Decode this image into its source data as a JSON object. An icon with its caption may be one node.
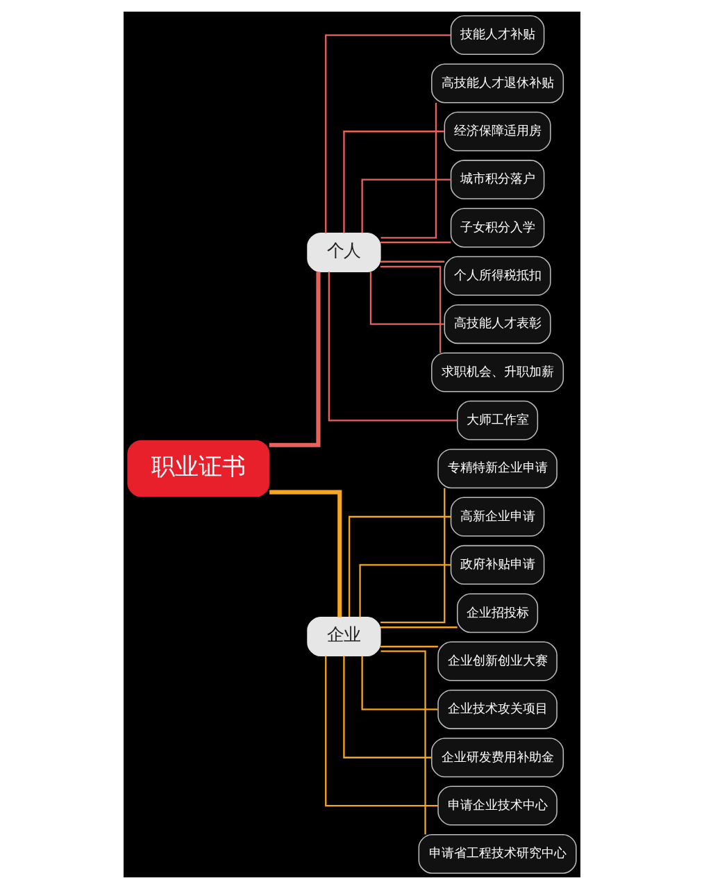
{
  "diagram": {
    "nodes": [
      {
        "text": [
          "职业证书"
        ]
      },
      {
        "text": [
          "个人"
        ]
      },
      {
        "text": [
          "技能人才补贴"
        ]
      },
      {
        "text": [
          "高技能人才退休补贴"
        ]
      },
      {
        "text": [
          "经济保障适用房"
        ]
      },
      {
        "text": [
          "城市积分落户"
        ]
      },
      {
        "text": [
          "子女积分入学"
        ]
      },
      {
        "text": [
          "个人所得税抵扣"
        ]
      },
      {
        "text": [
          "高技能人才表彰"
        ]
      },
      {
        "text": [
          "求职机会、升职加薪"
        ]
      },
      {
        "text": [
          "大师工作室"
        ]
      },
      {
        "text": [
          "企业"
        ]
      },
      {
        "text": [
          "专精特新企业申请"
        ]
      },
      {
        "text": [
          "高新企业申请"
        ]
      },
      {
        "text": [
          "政府补贴申请"
        ]
      },
      {
        "text": [
          "企业招投标"
        ]
      },
      {
        "text": [
          "企业创新创业大赛"
        ]
      },
      {
        "text": [
          "企业技术攻关项目"
        ]
      },
      {
        "text": [
          "企业研发费用补助金"
        ]
      },
      {
        "text": [
          "申请企业技术中心"
        ]
      },
      {
        "text": [
          "申请省工程技术研究中心"
        ]
      }
    ],
    "edges": [
      {
        "from": 0,
        "to": 1,
        "arrow": "none",
        "color": "#e8625c",
        "style": "thick"
      },
      {
        "from": 1,
        "to": 2,
        "arrow": "none",
        "color": "#e8625c"
      },
      {
        "from": 1,
        "to": 3,
        "arrow": "none",
        "color": "#e8625c"
      },
      {
        "from": 1,
        "to": 4,
        "arrow": "none",
        "color": "#e8625c"
      },
      {
        "from": 1,
        "to": 5,
        "arrow": "none",
        "color": "#e8625c"
      },
      {
        "from": 1,
        "to": 6,
        "arrow": "none",
        "color": "#e8625c"
      },
      {
        "from": 1,
        "to": 7,
        "arrow": "none",
        "color": "#e8625c"
      },
      {
        "from": 1,
        "to": 8,
        "arrow": "none",
        "color": "#e8625c"
      },
      {
        "from": 1,
        "to": 9,
        "arrow": "none",
        "color": "#e8625c"
      },
      {
        "from": 1,
        "to": 10,
        "arrow": "none",
        "color": "#e8625c"
      },
      {
        "from": 0,
        "to": 11,
        "arrow": "none",
        "color": "#f5a623",
        "style": "thick"
      },
      {
        "from": 11,
        "to": 12,
        "arrow": "none",
        "color": "#f5a623"
      },
      {
        "from": 11,
        "to": 13,
        "arrow": "none",
        "color": "#f5a623"
      },
      {
        "from": 11,
        "to": 14,
        "arrow": "none",
        "color": "#f5a623"
      },
      {
        "from": 11,
        "to": 15,
        "arrow": "none",
        "color": "#f5a623"
      },
      {
        "from": 11,
        "to": 16,
        "arrow": "none",
        "color": "#f5a623"
      },
      {
        "from": 11,
        "to": 17,
        "arrow": "none",
        "color": "#f5a623"
      },
      {
        "from": 11,
        "to": 18,
        "arrow": "none",
        "color": "#f5a623"
      },
      {
        "from": 11,
        "to": 19,
        "arrow": "none",
        "color": "#f5a623"
      },
      {
        "from": 11,
        "to": 20,
        "arrow": "none",
        "color": "#f5a623"
      }
    ]
  }
}
